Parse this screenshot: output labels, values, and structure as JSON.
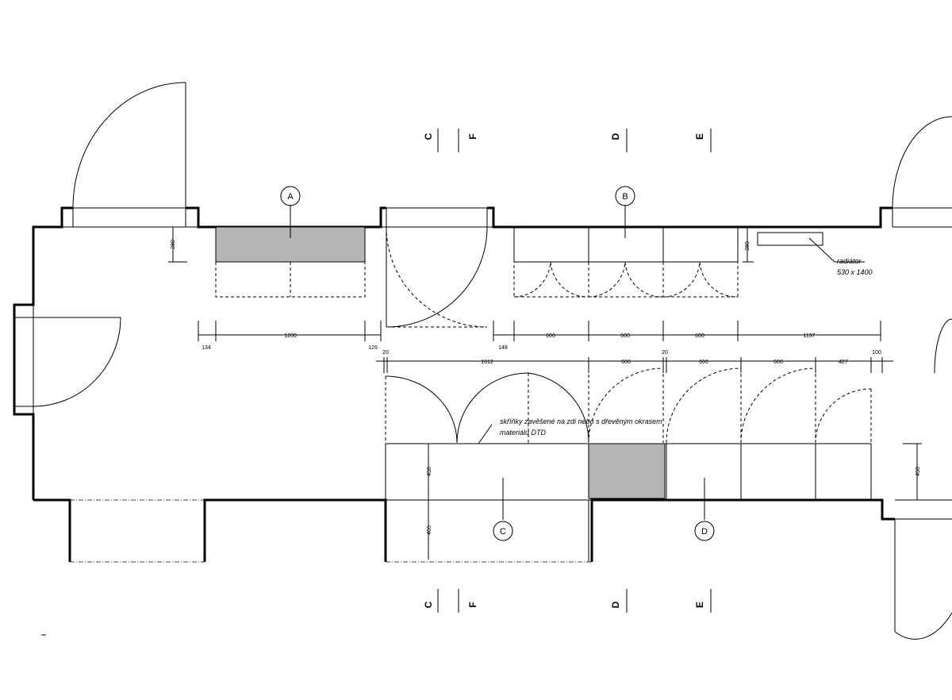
{
  "furniture_labels": [
    "A",
    "B",
    "C",
    "D"
  ],
  "sections": [
    "C",
    "F",
    "D",
    "E"
  ],
  "dim_top": {
    "left": [
      "134",
      "1200",
      "126"
    ],
    "right": [
      "148",
      "600",
      "600",
      "600",
      "1137"
    ]
  },
  "dim_mid": [
    "20",
    "1612",
    "600",
    "20",
    "600",
    "600",
    "427",
    "100"
  ],
  "depth_labels": {
    "a": "280",
    "b": "280",
    "c_upper": "450",
    "c_lower": "465",
    "d": "450"
  },
  "notes": {
    "radiator_line1": "radiátor",
    "radiator_line2": "530 x 1400",
    "shelves_line1": "skříňky zavěšené na zdi nebo s dřevěným okrasem",
    "shelves_line2": "materiálu DTD"
  },
  "colors": {
    "line": "#000000",
    "grey_fill": "#b5b5b5",
    "background": "#ffffff"
  }
}
